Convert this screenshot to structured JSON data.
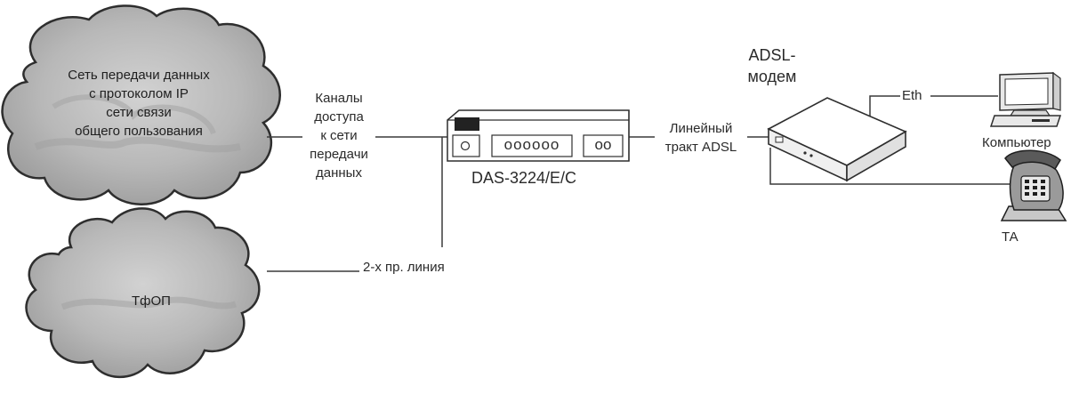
{
  "cloud_ip": {
    "lines": [
      "Сеть передачи данных",
      "с протоколом IP",
      "сети связи",
      "общего пользования"
    ]
  },
  "cloud_pstn": {
    "label": "ТфОП"
  },
  "access_channels": {
    "lines": [
      "Каналы",
      "доступа",
      "к сети",
      "передачи",
      "данных"
    ]
  },
  "das": {
    "label": "DAS-3224/E/C",
    "port_dots": "oooooo",
    "port_pair": "oo"
  },
  "adsl_line": {
    "lines": [
      "Линейный",
      "тракт ADSL"
    ]
  },
  "modem": {
    "lines": [
      "ADSL-",
      "модем"
    ]
  },
  "eth": {
    "label": "Eth"
  },
  "computer": {
    "label": "Компьютер"
  },
  "phone": {
    "label": "ТА"
  },
  "pstn_line": {
    "label": "2-х пр. линия"
  },
  "colors": {
    "line": "#3a3a3a",
    "cloud_fill": "#b4b4b4",
    "cloud_stroke": "#2e2e2e"
  }
}
